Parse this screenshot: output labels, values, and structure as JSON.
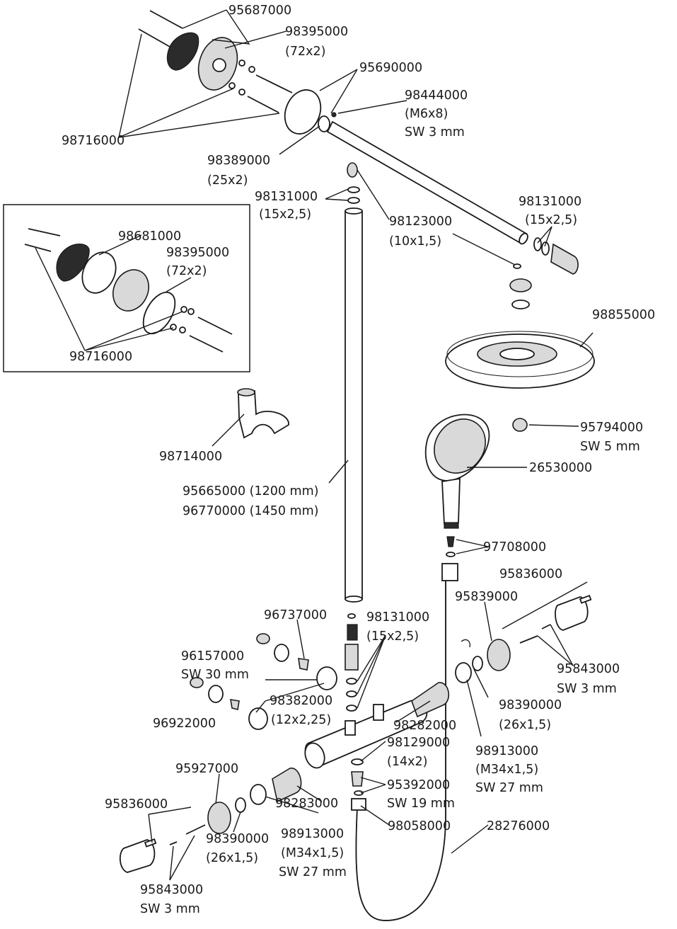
{
  "labels": {
    "l95687000": "95687000",
    "l98395000_top": "98395000",
    "l72x2_top": "(72x2)",
    "l95690000": "95690000",
    "l98444000": "98444000",
    "lM6x8": "(M6x8)",
    "lSW3_top": "SW 3 mm",
    "l98716000_top": "98716000",
    "l98389000": "98389000",
    "l25x2": "(25x2)",
    "l98131000_a": "98131000",
    "l15x25_a": "(15x2,5)",
    "l98123000": "98123000",
    "l10x15": "(10x1,5)",
    "l98131000_b": "98131000",
    "l15x25_b": "(15x2,5)",
    "l98681000": "98681000",
    "l98395000_inset": "98395000",
    "l72x2_inset": "(72x2)",
    "l98716000_inset": "98716000",
    "l98855000": "98855000",
    "l98714000": "98714000",
    "l95794000": "95794000",
    "lSW5": "SW 5 mm",
    "l26530000": "26530000",
    "l95665000": "95665000 (1200 mm)",
    "l96770000": "96770000 (1450 mm)",
    "l97708000": "97708000",
    "l95836000_right": "95836000",
    "l95839000": "95839000",
    "l96737000": "96737000",
    "l98131000_c": "98131000",
    "l15x25_c": "(15x2,5)",
    "l96157000": "96157000",
    "lSW30": "SW 30 mm",
    "l95843000_right": "95843000",
    "lSW3_right": "SW 3 mm",
    "l98390000_right": "98390000",
    "l26x15_right": "(26x1,5)",
    "l98382000": "98382000",
    "l12x225": "(12x2,25)",
    "l96922000": "96922000",
    "l98282000": "98282000",
    "l98129000": "98129000",
    "l14x2": "(14x2)",
    "l98913000_right": "98913000",
    "lM34_right": "(M34x1,5)",
    "lSW27_right": "SW 27 mm",
    "l95927000": "95927000",
    "l95392000": "95392000",
    "lSW19": "SW 19 mm",
    "l98283000": "98283000",
    "l95836000_left": "95836000",
    "l98913000_left": "98913000",
    "lM34_left": "(M34x1,5)",
    "lSW27_left": "SW 27 mm",
    "l98390000_left": "98390000",
    "l26x15_left": "(26x1,5)",
    "l98058000": "98058000",
    "l28276000": "28276000",
    "l95843000_left": "95843000",
    "lSW3_left": "SW 3 mm"
  }
}
